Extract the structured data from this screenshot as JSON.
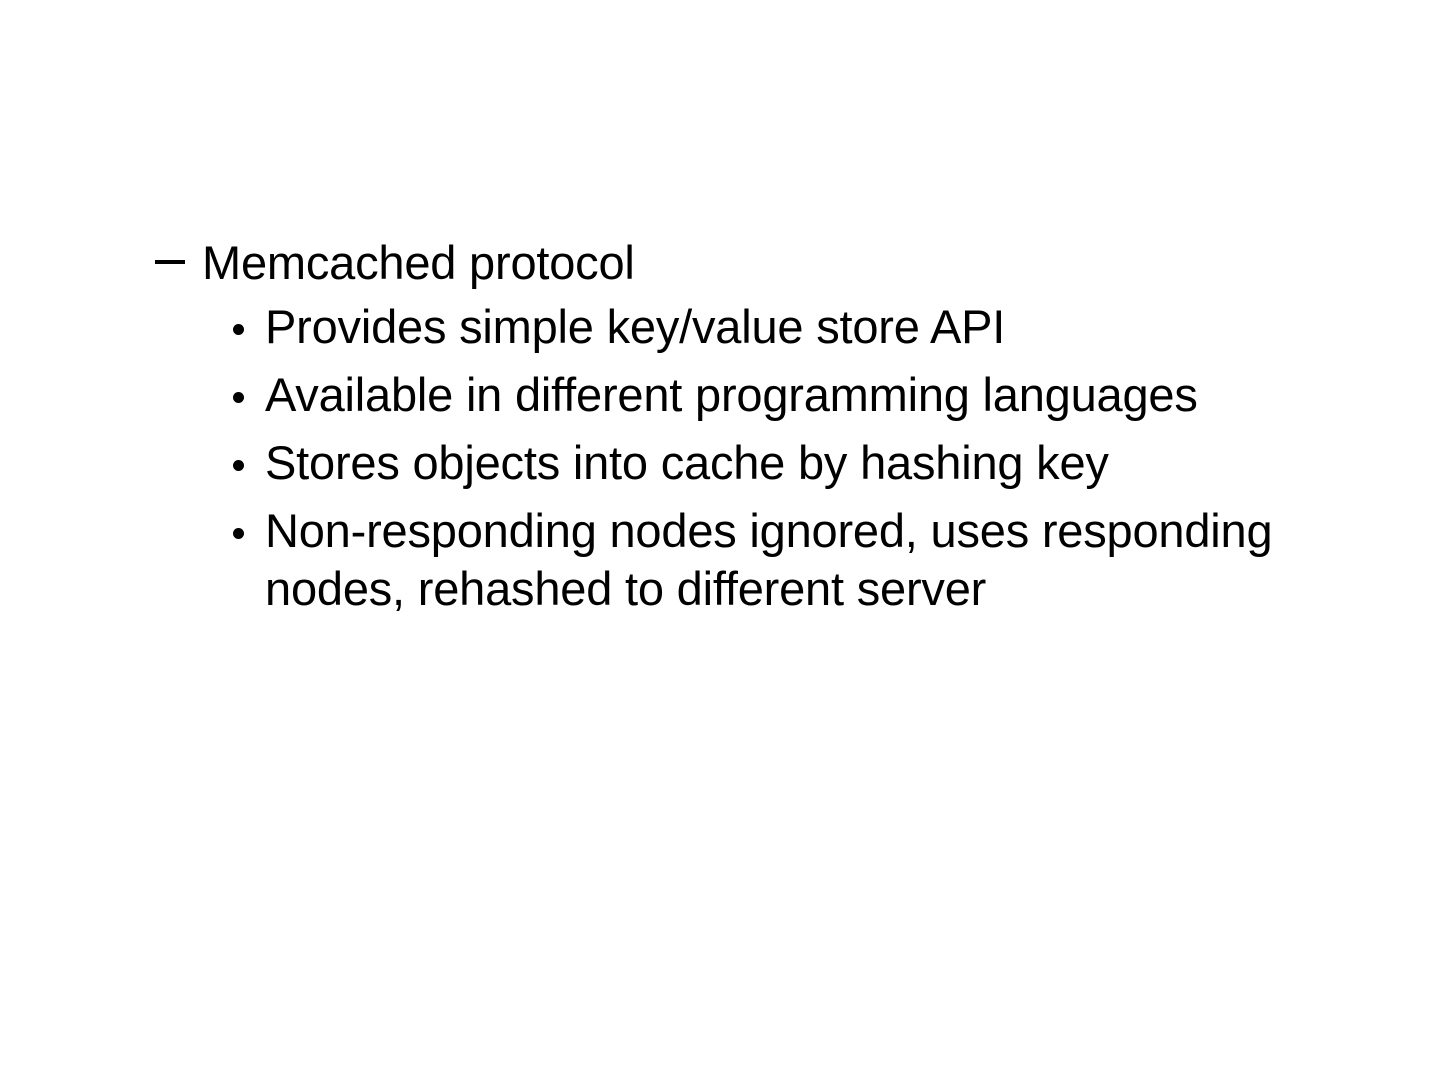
{
  "slide": {
    "background_color": "#ffffff",
    "text_color": "#000000",
    "section": {
      "marker": "dash",
      "label": "Memcached protocol"
    },
    "bullets": [
      {
        "marker": "disc",
        "label": "Provides simple key/value store API"
      },
      {
        "marker": "disc",
        "label": "Available in different programming languages"
      },
      {
        "marker": "disc",
        "label": "Stores objects into cache by hashing key"
      },
      {
        "marker": "disc",
        "label": "Non-responding nodes ignored, uses responding nodes, rehashed to different server"
      }
    ]
  }
}
